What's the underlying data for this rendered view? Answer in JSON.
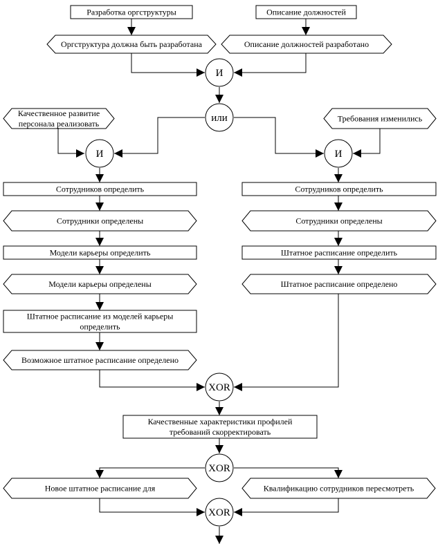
{
  "functions": {
    "f_orgstructure": [
      "Разработка оргструктуры"
    ],
    "f_job_descriptions": [
      "Описание должностей"
    ],
    "f_left_staff": [
      "Сотрудников определить"
    ],
    "f_career_models": [
      "Модели карьеры определить"
    ],
    "f_staffing_from_models": [
      "Штатное расписание из моделей карьеры",
      "определить"
    ],
    "f_right_staff": [
      "Сотрудников определить"
    ],
    "f_staffing": [
      "Штатное расписание определить"
    ],
    "f_quality_profiles": [
      "Качественные характеристики профилей",
      "требований скорректировать"
    ]
  },
  "events": {
    "e_orgstructure_todo": [
      "Оргструктура должна быть разработана"
    ],
    "e_descriptions_done": [
      "Описание должностей разработано"
    ],
    "e_personnel_dev": [
      "Качественное развитие",
      "персонала реализовать"
    ],
    "e_requirements_changed": [
      "Требования изменились"
    ],
    "e_left_staff_done": [
      "Сотрудники определены"
    ],
    "e_career_models_done": [
      "Модели карьеры определены"
    ],
    "e_possible_staffing": [
      "Возможное штатное расписание определено"
    ],
    "e_right_staff_done": [
      "Сотрудники определены"
    ],
    "e_staffing_done": [
      "Штатное расписание определено"
    ],
    "e_new_staffing": [
      "Новое штатное расписание для"
    ],
    "e_review_qualification": [
      "Квалификацию сотрудников пересмотреть"
    ]
  },
  "connectors": {
    "and_top": "И",
    "or_split": "или",
    "and_left": "И",
    "and_right": "И",
    "xor_join": "XOR",
    "xor_split": "XOR",
    "xor_end": "XOR"
  }
}
